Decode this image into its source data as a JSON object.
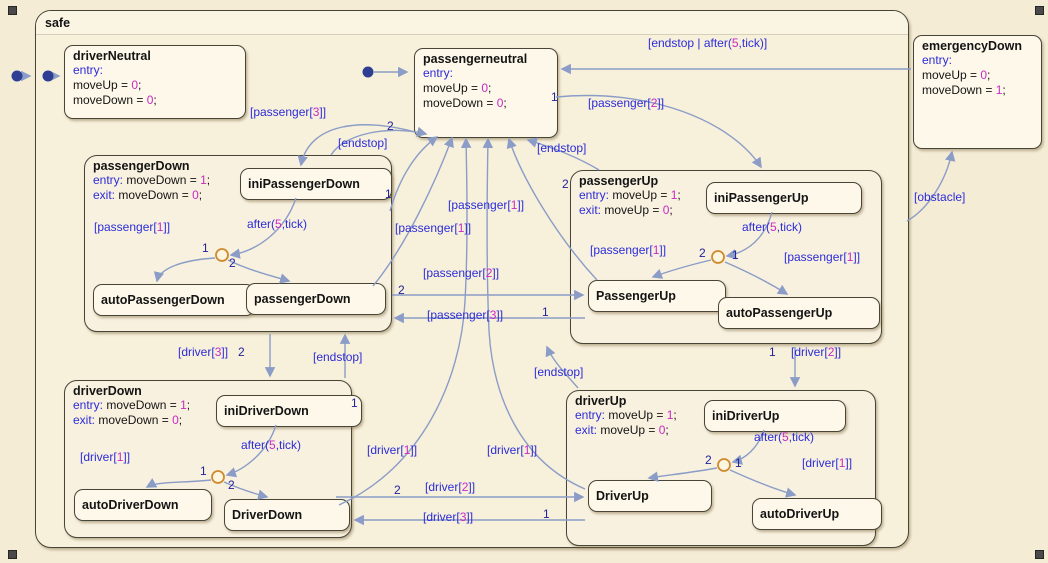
{
  "title": "safe",
  "colors": {
    "canvas": "#f5ecd6",
    "state_fill": "#fdf8e9",
    "compound_fill": "#f8f1df",
    "state_border": "#474538",
    "transition": "#8b9cc7",
    "label_blue": "#2c2cd9",
    "number_magenta": "#ca29c4",
    "priority_blue": "#23239a",
    "junction_orange": "#cf8a2e",
    "initial_dot": "#2e3f93"
  },
  "states": {
    "safe": {
      "name": "safe"
    },
    "driver_neutral": {
      "name": "driverNeutral",
      "kw": "entry:",
      "a1": "moveUp = 0;",
      "a2": "moveDown = 0;"
    },
    "passenger_neutral": {
      "name": "passengerneutral",
      "kw": "entry:",
      "a1": "moveUp = 0;",
      "a2": "moveDown = 0;"
    },
    "emergency_down": {
      "name": "emergencyDown",
      "kw": "entry:",
      "a1": "moveUp = 0;",
      "a2": "moveDown = 1;"
    },
    "passenger_down": {
      "name": "passengerDown",
      "entry_kw": "entry:",
      "entry": "moveDown = 1;",
      "exit_kw": "exit:",
      "exit": "moveDown = 0;"
    },
    "passenger_up": {
      "name": "passengerUp",
      "entry_kw": "entry:",
      "entry": "moveUp = 1;",
      "exit_kw": "exit:",
      "exit": "moveUp = 0;"
    },
    "driver_down": {
      "name": "driverDown",
      "entry_kw": "entry:",
      "entry": "moveDown = 1;",
      "exit_kw": "exit:",
      "exit": "moveDown = 0;"
    },
    "driver_up": {
      "name": "driverUp",
      "entry_kw": "entry:",
      "entry": "moveUp = 1;",
      "exit_kw": "exit:",
      "exit": "moveUp = 0;"
    },
    "ini_passenger_down": {
      "name": "iniPassengerDown"
    },
    "auto_passenger_down": {
      "name": "autoPassengerDown"
    },
    "passenger_down_leaf": {
      "name": "passengerDown"
    },
    "ini_passenger_up": {
      "name": "iniPassengerUp"
    },
    "passenger_up_leaf": {
      "name": "PassengerUp"
    },
    "auto_passenger_up": {
      "name": "autoPassengerUp"
    },
    "ini_driver_down": {
      "name": "iniDriverDown"
    },
    "auto_driver_down": {
      "name": "autoDriverDown"
    },
    "driver_down_leaf": {
      "name": "DriverDown"
    },
    "ini_driver_up": {
      "name": "iniDriverUp"
    },
    "driver_up_leaf": {
      "name": "DriverUp"
    },
    "auto_driver_up": {
      "name": "autoDriverUp"
    }
  },
  "transition_labels": [
    {
      "text": "[passenger[3]]"
    },
    {
      "text": "[endstop]"
    },
    {
      "text": "[endstop]"
    },
    {
      "text": "[passenger[2]]"
    },
    {
      "text": "[endstop | after(5,tick)]"
    },
    {
      "text": "[passenger[1]]"
    },
    {
      "text": "[passenger[1]]"
    },
    {
      "text": "[passenger[2]]"
    },
    {
      "text": "[passenger[3]]"
    },
    {
      "text": "[driver[3]]"
    },
    {
      "text": "[endstop]"
    },
    {
      "text": "[endstop]"
    },
    {
      "text": "[driver[2]]"
    },
    {
      "text": "[driver[1]]"
    },
    {
      "text": "[driver[1]]"
    },
    {
      "text": "[driver[2]]"
    },
    {
      "text": "[driver[3]]"
    },
    {
      "text": "[obstacle]"
    },
    {
      "text": "[passenger[1]]"
    },
    {
      "text": "after(5,tick)"
    },
    {
      "text": "[passenger[1]]"
    },
    {
      "text": "after(5,tick)"
    },
    {
      "text": "[passenger[1]]"
    },
    {
      "text": "[driver[1]]"
    },
    {
      "text": "after(5,tick)"
    },
    {
      "text": "after(5,tick)"
    },
    {
      "text": "[driver[1]]"
    }
  ],
  "priorities": [
    {
      "text": "2"
    },
    {
      "text": "1"
    },
    {
      "text": "1"
    },
    {
      "text": "2"
    },
    {
      "text": "2"
    },
    {
      "text": "1"
    },
    {
      "text": "2"
    },
    {
      "text": "1"
    },
    {
      "text": "1"
    },
    {
      "text": "2"
    },
    {
      "text": "1"
    },
    {
      "text": "1"
    },
    {
      "text": "2"
    },
    {
      "text": "2"
    },
    {
      "text": "1"
    },
    {
      "text": "1"
    },
    {
      "text": "2"
    },
    {
      "text": "2"
    },
    {
      "text": "1"
    }
  ]
}
